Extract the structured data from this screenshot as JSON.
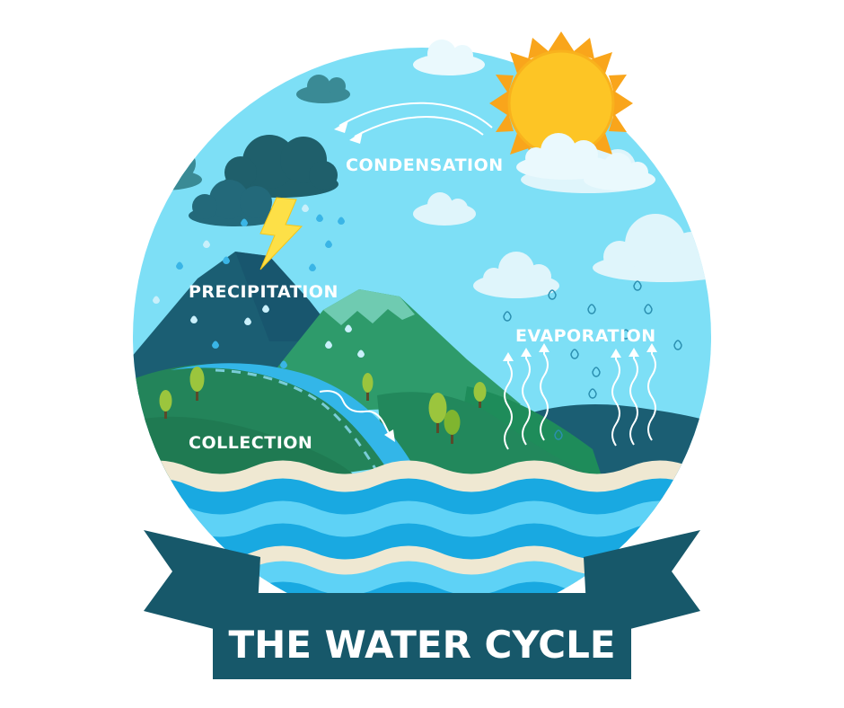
{
  "title": "THE WATER CYCLE",
  "stages": {
    "condensation": "CONDENSATION",
    "precipitation": "PRECIPITATION",
    "evaporation": "EVAPORATION",
    "collection": "COLLECTION"
  },
  "colors": {
    "sky": "#7ddff6",
    "sun": "#fdc525",
    "sun_rays": "#f9a51b",
    "cloud_light": "#dff5fb",
    "storm_cloud": "#1f5f6b",
    "storm_cloud_light": "#3a8a95",
    "mountain_dark": "#1b5e73",
    "mountain_green": "#2e9b6b",
    "hill_green": "#1e8c5a",
    "river": "#33b6e8",
    "water": "#19a9e1",
    "water_light": "#5ed2f6",
    "sand": "#efe8d2",
    "ribbon": "#17586a",
    "ribbon_dark": "#0f3f4d",
    "lightning": "#fde047",
    "raindrop": "#3ab5e6"
  },
  "icons": [
    "sun-icon",
    "storm-cloud-icon",
    "lightning-icon",
    "cloud-icon",
    "raindrop-icon",
    "arrow-icon",
    "tree-icon",
    "ribbon-icon"
  ]
}
